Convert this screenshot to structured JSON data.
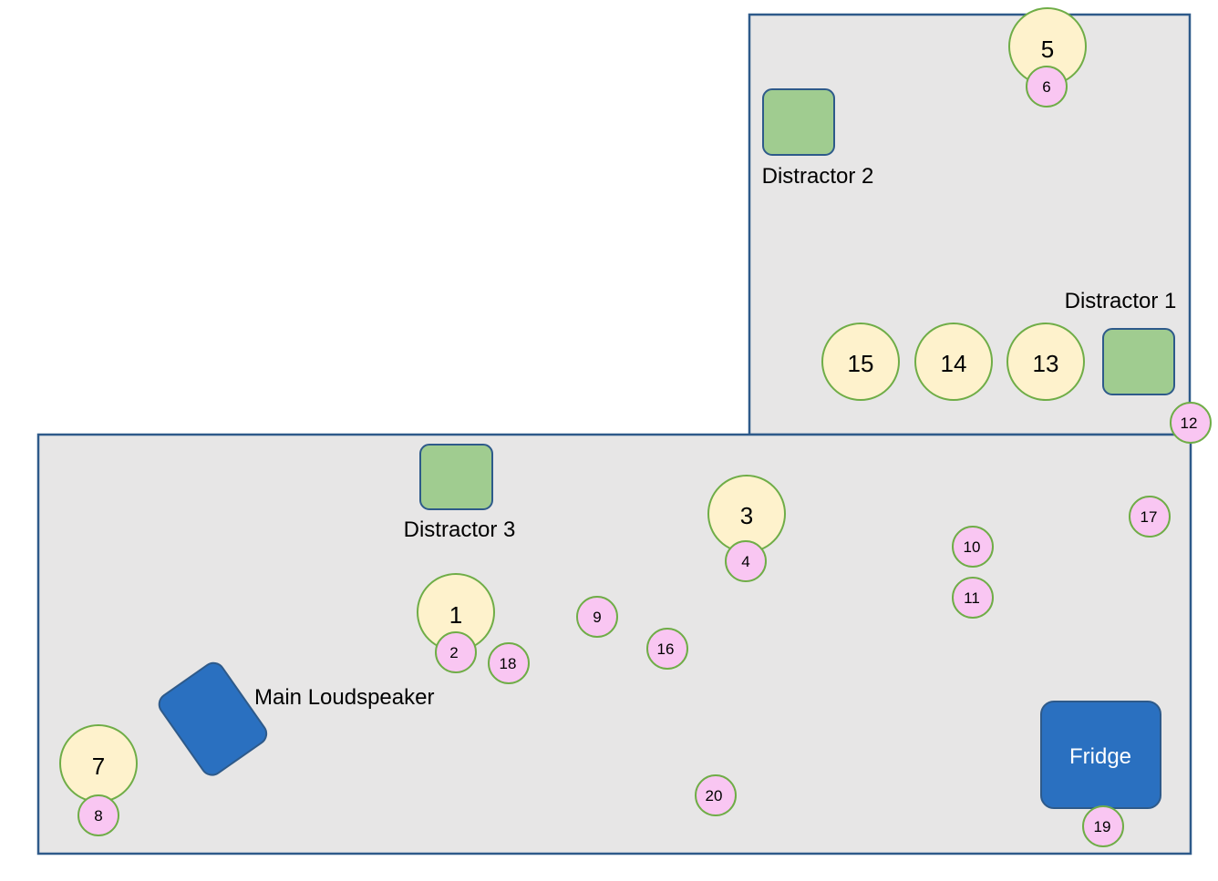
{
  "labels": {
    "distractor_1": "Distractor 1",
    "distractor_2": "Distractor 2",
    "distractor_3": "Distractor 3",
    "main_loudspeaker": "Main Loudspeaker",
    "fridge": "Fridge"
  },
  "positions_large": [
    "1",
    "3",
    "5",
    "7",
    "13",
    "14",
    "15"
  ],
  "positions_small": [
    "2",
    "4",
    "6",
    "8",
    "9",
    "10",
    "11",
    "12",
    "16",
    "17",
    "18",
    "19",
    "20"
  ],
  "colors": {
    "room_fill": "#e7e6e6",
    "room_border": "#2e5a8a",
    "distractor": "#a0cc90",
    "speaker": "#2a70c0",
    "large_circle": "#fef2cc",
    "small_circle": "#f9c6f2",
    "circle_border": "#6fad47"
  }
}
